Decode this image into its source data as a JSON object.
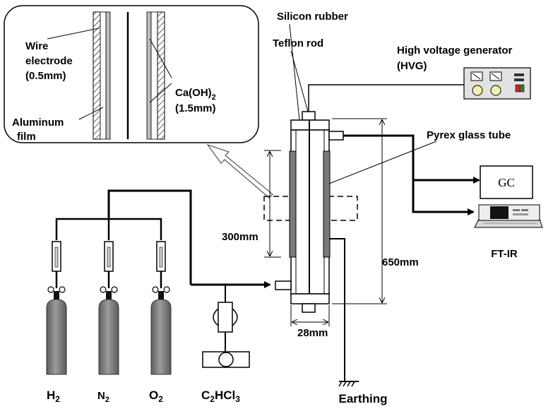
{
  "labels": {
    "wire_electrode_line1": "Wire",
    "wire_electrode_line2": "electrode",
    "wire_electrode_line3": "(0.5mm)",
    "aluminum_line1": "Aluminum",
    "aluminum_line2": "film",
    "caoh2_line1": "Ca(OH)",
    "caoh2_sub": "2",
    "caoh2_line2": "(1.5mm)",
    "silicon_rubber": "Silicon rubber",
    "teflon_rod": "Teflon rod",
    "hvg_line1": "High voltage generator",
    "hvg_line2": "(HVG)",
    "pyrex": "Pyrex glass tube",
    "gc": "GC",
    "ftir": "FT-IR",
    "dim_300": "300mm",
    "dim_650": "650mm",
    "dim_28": "28mm",
    "earthing": "Earthing",
    "h2_main": "H",
    "h2_sub": "2",
    "n2_main": "N",
    "n2_sub": "2",
    "o2_main": "O",
    "o2_sub": "2",
    "c2hcl3_a": "C",
    "c2hcl3_b": "2",
    "c2hcl3_c": "HCl",
    "c2hcl3_d": "3"
  },
  "colors": {
    "line": "#000000",
    "cylinder": "#888888",
    "electrode_coating": "#7a7a7a",
    "hatch": "#000000"
  },
  "icons": [
    "gas-cylinder-icon",
    "flowmeter-icon",
    "pump-icon",
    "ground-icon",
    "gc-instrument-icon",
    "ftir-instrument-icon",
    "hvg-instrument-icon"
  ]
}
